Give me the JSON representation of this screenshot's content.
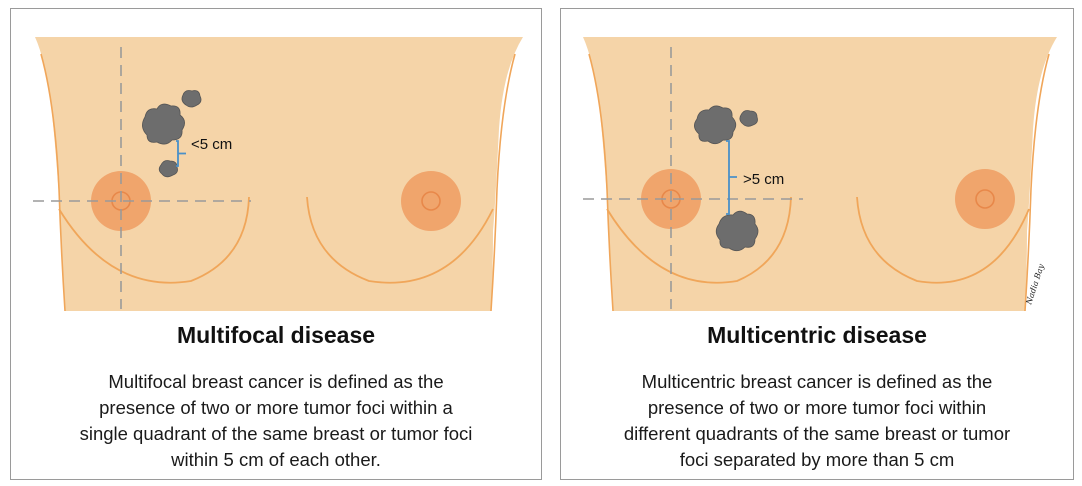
{
  "colors": {
    "skin": "#f5d4a8",
    "outline": "#f0a65a",
    "areola": "#f0a56c",
    "nipple_ring": "#e8884a",
    "tumor": "#6d6d6d",
    "tumor_edge": "#555555",
    "bracket": "#4a90c8",
    "quadrant_line": "#9a9a9a",
    "border": "#9a9a9a"
  },
  "icons": [
    "tumor-focus",
    "distance-bracket",
    "quadrant-crosshair"
  ],
  "panels": [
    {
      "title": "Multifocal disease",
      "distance_label": "<5 cm",
      "description_lines": [
        "Multifocal breast cancer is defined as the",
        "presence of two or more tumor foci within a",
        "single quadrant of the same breast or tumor foci",
        "within 5 cm of each other."
      ]
    },
    {
      "title": "Multicentric disease",
      "distance_label": ">5 cm",
      "description_lines": [
        "Multicentric breast cancer is defined as the",
        "presence of two or more tumor foci within",
        "different quadrants of the same breast or tumor",
        "foci separated by more than 5 cm"
      ],
      "signature": "Nadia Bay"
    }
  ]
}
